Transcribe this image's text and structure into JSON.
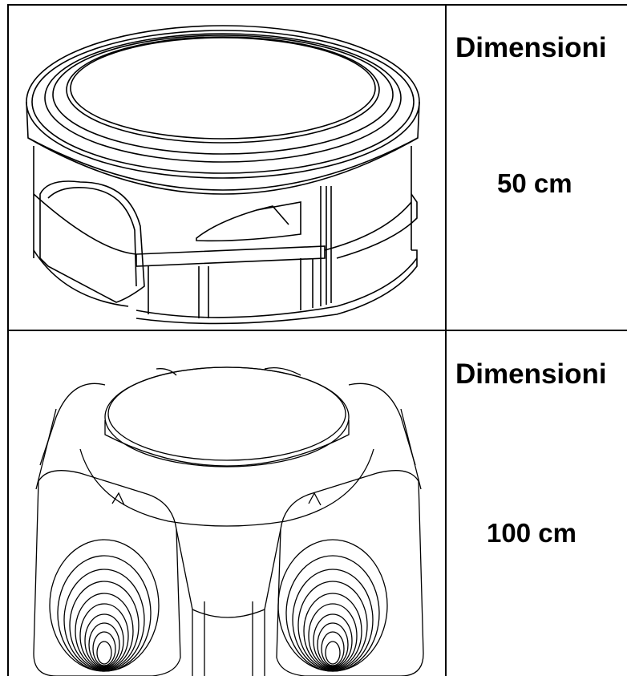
{
  "rows": [
    {
      "image": "round-manhole-drawing",
      "heading": "Dimensioni",
      "value": "50 cm"
    },
    {
      "image": "four-way-manhole-drawing",
      "heading": "Dimensioni",
      "value": "100 cm"
    }
  ]
}
